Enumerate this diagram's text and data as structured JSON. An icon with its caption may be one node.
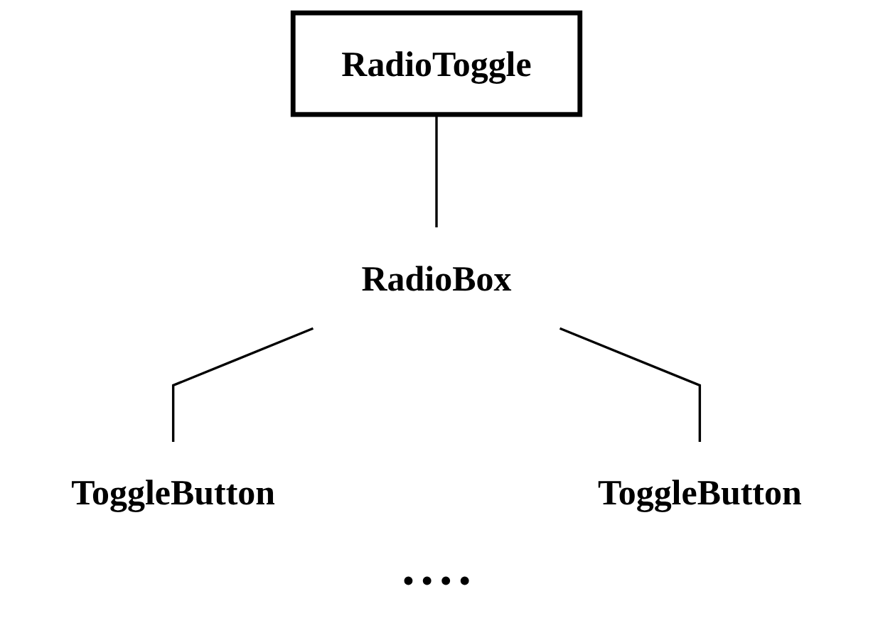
{
  "diagram": {
    "nodes": [
      {
        "text": [
          "RadioToggle"
        ]
      },
      {
        "text": [
          "RadioBox"
        ]
      },
      {
        "text": [
          "ToggleButton"
        ]
      },
      {
        "text": [
          "ToggleButton"
        ]
      }
    ],
    "edges": [
      {
        "from": 0,
        "to": 1,
        "arrow": "none"
      },
      {
        "from": 1,
        "to": 2,
        "arrow": "none"
      },
      {
        "from": 1,
        "to": 3,
        "arrow": "none"
      }
    ],
    "labels": [
      "• • • •"
    ]
  }
}
